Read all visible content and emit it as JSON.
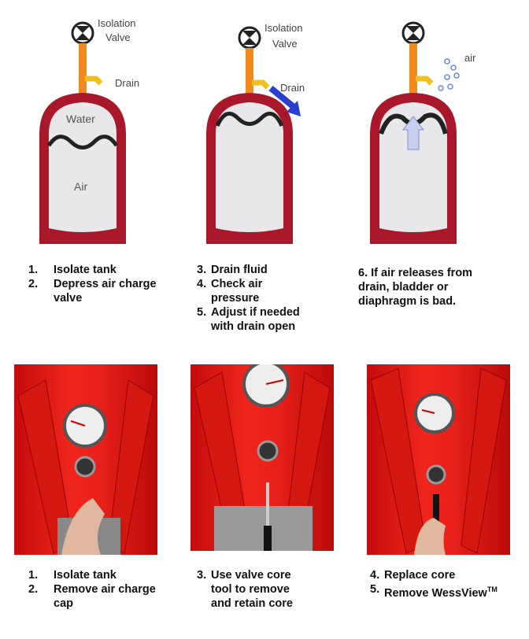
{
  "diagrams": [
    {
      "labels": {
        "valve": [
          "Isolation",
          "Valve"
        ],
        "drain": "Drain",
        "water": "Water",
        "air": "Air"
      }
    },
    {
      "labels": {
        "valve": [
          "Isolation",
          "Valve"
        ],
        "drain": "Drain"
      }
    },
    {
      "labels": {
        "air": "air"
      }
    }
  ],
  "top_captions": [
    {
      "items": [
        {
          "num": "1.",
          "text": "Isolate tank"
        },
        {
          "num": "2.",
          "text": "Depress air charge valve"
        }
      ]
    },
    {
      "items": [
        {
          "num": "3.",
          "text": "Drain fluid"
        },
        {
          "num": "4.",
          "text": "Check air pressure"
        },
        {
          "num": "5.",
          "text": "Adjust if needed with drain open"
        }
      ]
    },
    {
      "text": "6. If air releases from drain, bladder or diaphragm is bad."
    }
  ],
  "bottom_captions": [
    {
      "items": [
        {
          "num": "1.",
          "text": "Isolate tank"
        },
        {
          "num": "2.",
          "text": "Remove air charge cap"
        }
      ]
    },
    {
      "items": [
        {
          "num": "3.",
          "text": "Use valve core tool to remove and retain core"
        }
      ]
    },
    {
      "items": [
        {
          "num": "4.",
          "text": "Replace core"
        },
        {
          "num": "5.",
          "text": "Remove WessView"
        }
      ],
      "trademark": "TM"
    }
  ],
  "colors": {
    "tank": "#a8182a",
    "pipe": "#f08a1c",
    "drain_arrow": "#2a3fd0",
    "photo_red": "#e8201a"
  }
}
